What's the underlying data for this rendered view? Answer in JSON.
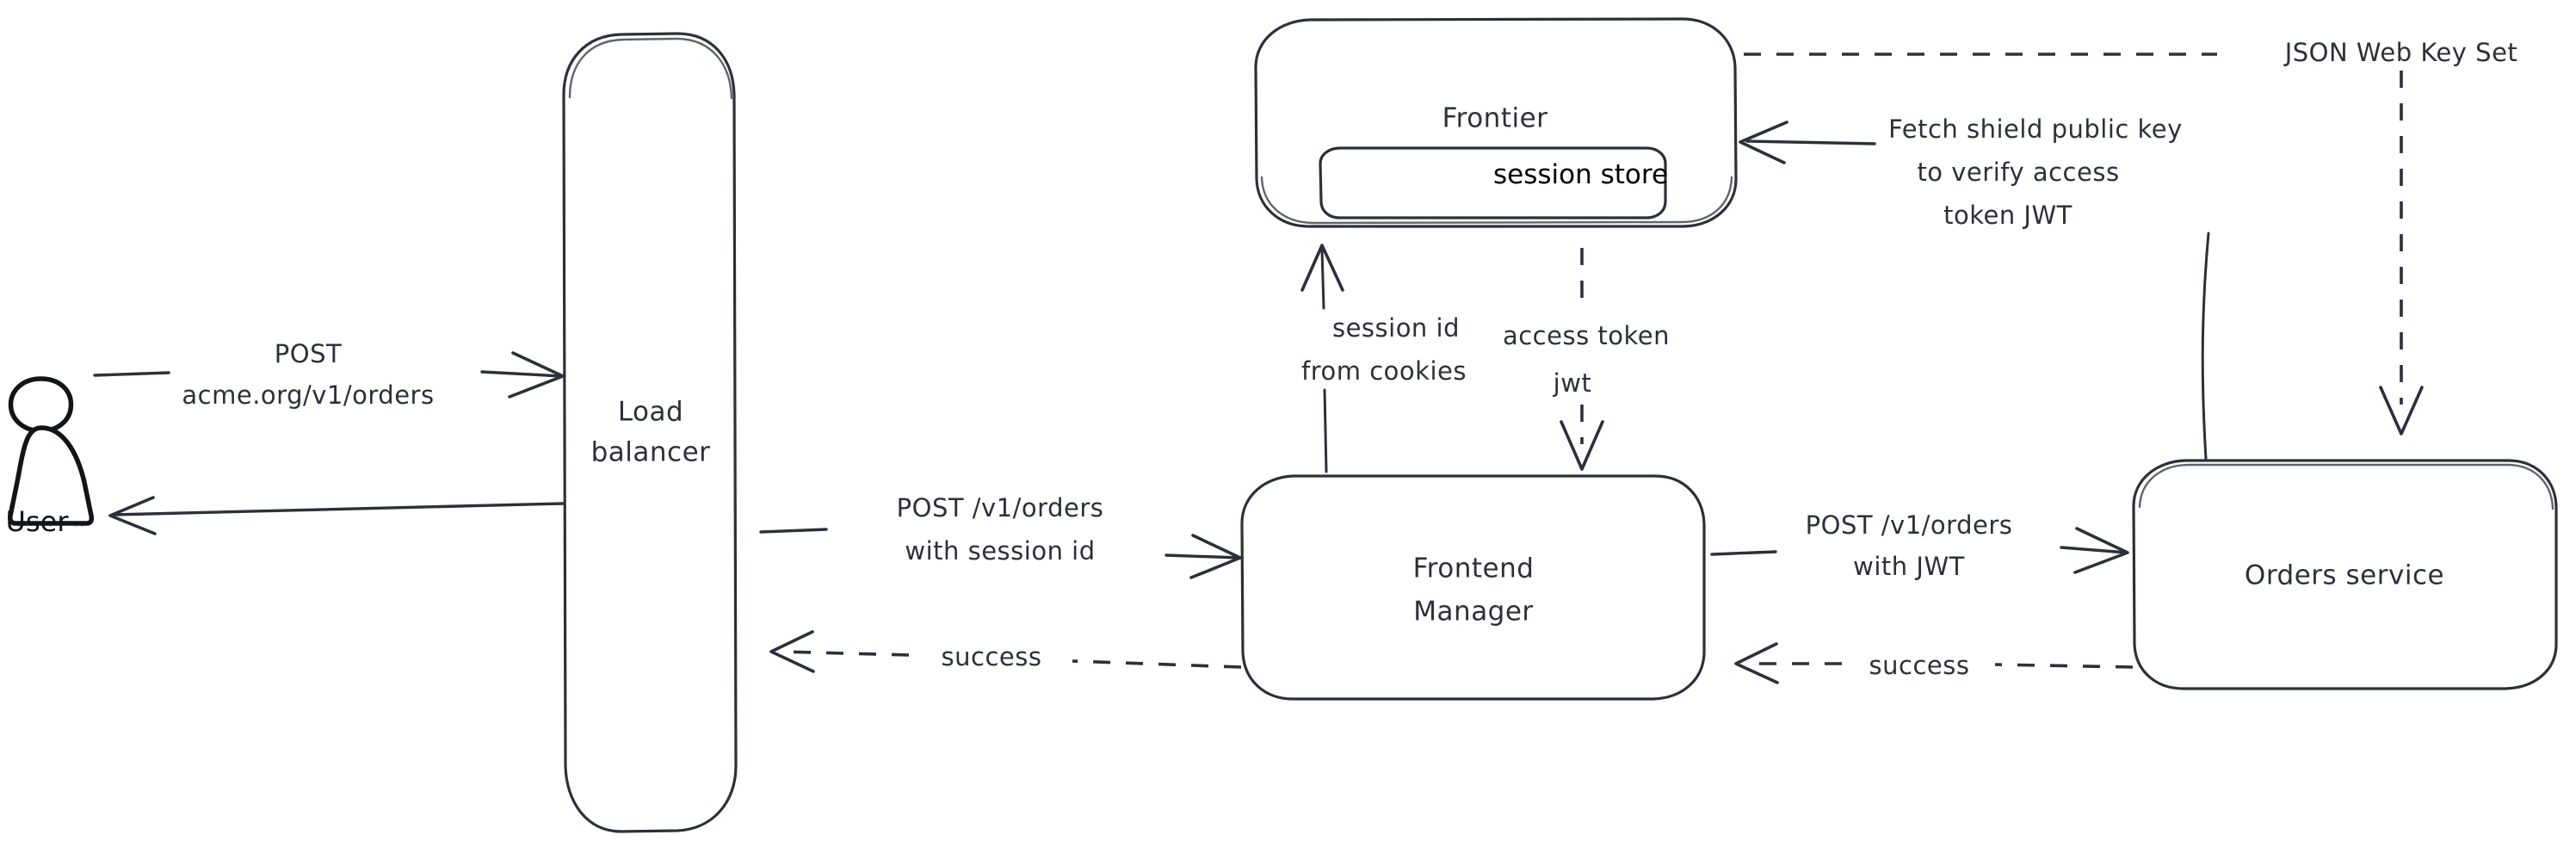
{
  "diagram": {
    "kind": "architecture-flow-diagram",
    "style": "hand-drawn-sketch",
    "background_color": "#ffffff",
    "stroke_color": "#2b303a",
    "actor_stroke_color": "#111418",
    "hatch_color": "#b9c4d4",
    "nodes": {
      "user": {
        "label": "User"
      },
      "load_balancer": {
        "label_line1": "Load",
        "label_line2": "balancer"
      },
      "frontier": {
        "label": "Frontier",
        "inner_label": "session store"
      },
      "frontend_manager": {
        "label_line1": "Frontend",
        "label_line2": "Manager"
      },
      "orders_service": {
        "label": "Orders service"
      }
    },
    "edges": {
      "user_to_lb": {
        "line1": "POST",
        "line2": "acme.org/v1/orders",
        "style": "solid",
        "direction": "right"
      },
      "lb_to_user": {
        "label": "",
        "style": "solid",
        "direction": "left"
      },
      "lb_to_fm": {
        "line1": "POST /v1/orders",
        "line2": "with session id",
        "style": "solid",
        "direction": "right"
      },
      "fm_to_lb": {
        "label": "success",
        "style": "dashed",
        "direction": "left"
      },
      "fm_to_frontier": {
        "line1": "session id",
        "line2": "from cookies",
        "style": "solid",
        "direction": "up"
      },
      "frontier_to_fm": {
        "line1": "access token",
        "line2": "jwt",
        "style": "dashed",
        "direction": "down"
      },
      "fm_to_orders": {
        "line1": "POST /v1/orders",
        "line2": "with JWT",
        "style": "solid",
        "direction": "right"
      },
      "orders_to_fm": {
        "label": "success",
        "style": "dashed",
        "direction": "left"
      },
      "orders_to_frontier": {
        "line1": "Fetch shield public key",
        "line2": "to verify access",
        "line3": "token JWT",
        "style": "solid",
        "direction": "left"
      },
      "frontier_to_orders": {
        "label": "JSON Web Key Set",
        "style": "dashed",
        "direction": "down"
      }
    }
  }
}
